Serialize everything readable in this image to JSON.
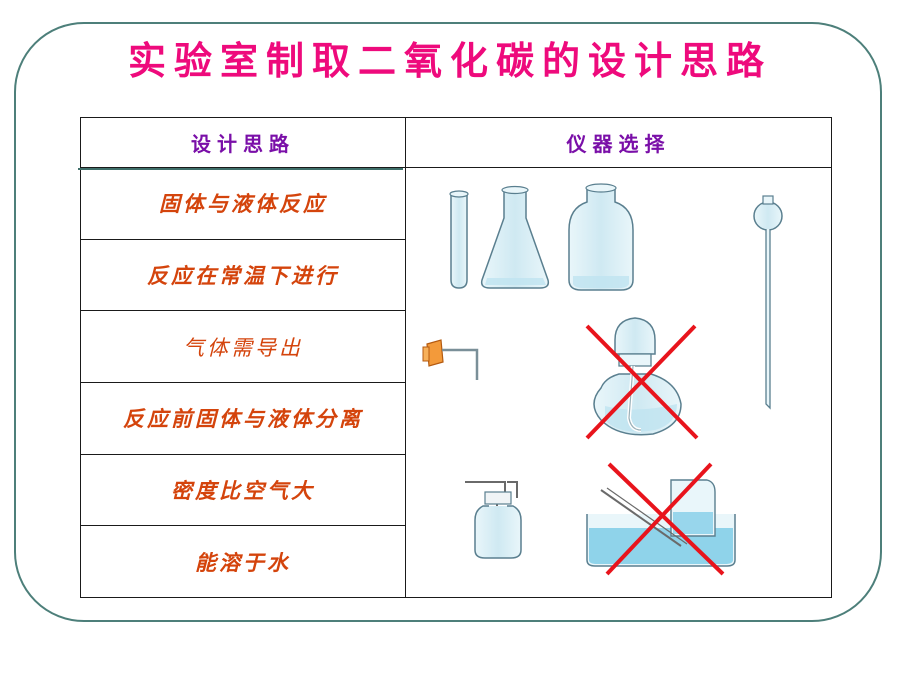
{
  "slide": {
    "title": "实验室制取二氧化碳的设计思路"
  },
  "table": {
    "headers": {
      "design_idea": "设计思路",
      "apparatus": "仪器选择"
    },
    "rows": [
      {
        "idea": "固体与液体反应"
      },
      {
        "idea": "反应在常温下进行"
      },
      {
        "idea": "气体需导出"
      },
      {
        "idea": "反应前固体与液体分离"
      },
      {
        "idea": "密度比空气大"
      },
      {
        "idea": "能溶于水"
      }
    ]
  },
  "apparatus": {
    "items": [
      {
        "icon": "test-tube-icon",
        "status": "selected"
      },
      {
        "icon": "conical-flask-icon",
        "status": "selected"
      },
      {
        "icon": "wide-mouth-bottle-icon",
        "status": "selected"
      },
      {
        "icon": "long-neck-funnel-icon",
        "status": "selected"
      },
      {
        "icon": "stopper-with-tube-icon",
        "status": "selected"
      },
      {
        "icon": "alcohol-lamp-icon",
        "status": "rejected"
      },
      {
        "icon": "gas-washing-bottle-icon",
        "status": "selected"
      },
      {
        "icon": "water-trough-collection-icon",
        "status": "rejected"
      }
    ]
  },
  "colors": {
    "title": "#ee0a7c",
    "header_text": "#7a0fa8",
    "idea_text": "#d4440c",
    "frame_border": "#4d7f7a",
    "cross_mark": "#e8141c",
    "glass": "#cfe9f2",
    "liquid": "#8fd3ea"
  }
}
